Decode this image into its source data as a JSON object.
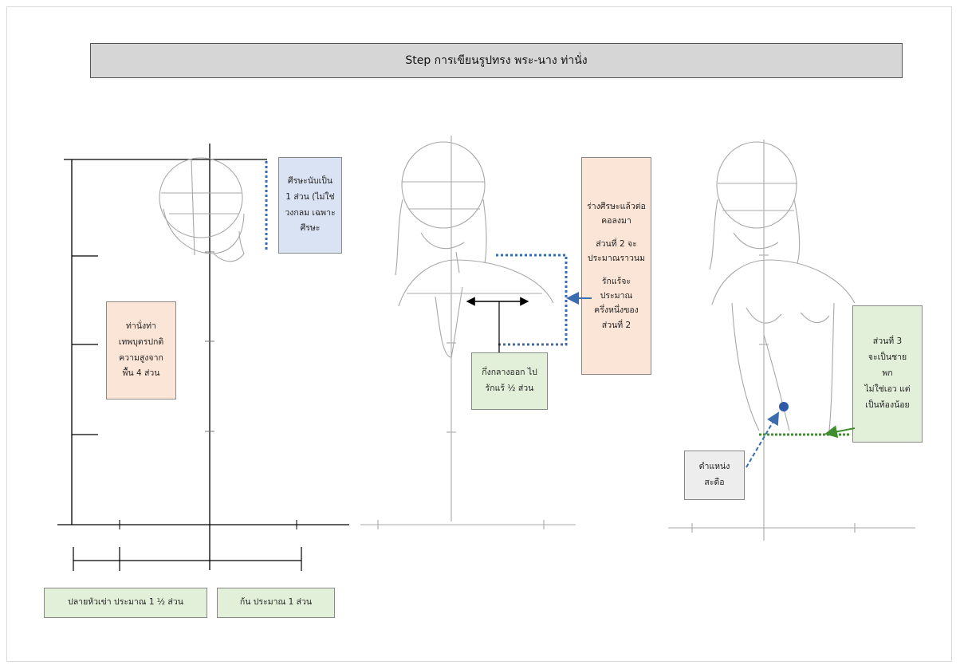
{
  "title": "Step การเขียนรูปทรง พระ-นาง ท่านั่ง",
  "notes": {
    "head_unit": [
      "ศีรษะนับเป็น",
      "1 ส่วน (ไม่ใช่",
      "วงกลม เฉพาะ",
      "ศีรษะ"
    ],
    "sitting_height": [
      "ท่านั่งท่า",
      "เทพบุตรปกติ",
      "ความสูงจาก",
      "พื้น 4 ส่วน"
    ],
    "knee_tip": "ปลายหัวเข่า ประมาณ 1 ½ ส่วน",
    "buttock": "ก้น ประมาณ 1 ส่วน",
    "neck_chest": [
      "ร่างศีรษะแล้วต่อ",
      "คอลงมา",
      "",
      "ส่วนที่ 2 จะ",
      "ประมาณราวนม",
      "",
      "รักแร้จะ",
      "ประมาณ",
      "ครึ่งหนึ่งของ",
      "ส่วนที่ 2"
    ],
    "center_armpit": [
      "กึ่งกลางออก ไป",
      "รักแร้ ½ ส่วน"
    ],
    "section3": [
      "ส่วนที่ 3",
      "จะเป็นชาย",
      "พก",
      "ไม่ใช่เอว แต่",
      "เป็นท้องน้อย"
    ],
    "navel": [
      "ตำแหน่ง",
      "สะดือ"
    ]
  },
  "colors": {
    "blue_box": "#dae3f3",
    "peach_box": "#fbe5d6",
    "green_box": "#e2f0d9",
    "gray_box": "#ededed",
    "title_bg": "#d6d6d6",
    "dotted_guide": "#3a6db0",
    "green_dotted": "#3f8f2f",
    "navel_dot": "#2f5aa8",
    "pencil": "#a8a8a8"
  }
}
